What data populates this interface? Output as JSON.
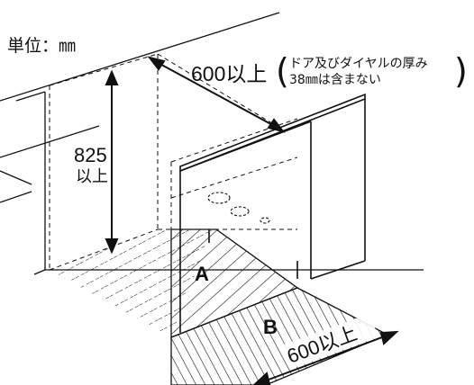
{
  "unit_label": "単位：㎜",
  "dim_depth": {
    "value": "600以上",
    "note_line1": "ドア及びダイヤルの厚み",
    "note_line2": "38㎜は含まない"
  },
  "dim_height": {
    "value": "825",
    "suffix": "以上"
  },
  "area_a_label": "A",
  "area_b_label": "B",
  "dim_front": "600以上",
  "colors": {
    "line": "#111111",
    "background": "#ffffff"
  }
}
